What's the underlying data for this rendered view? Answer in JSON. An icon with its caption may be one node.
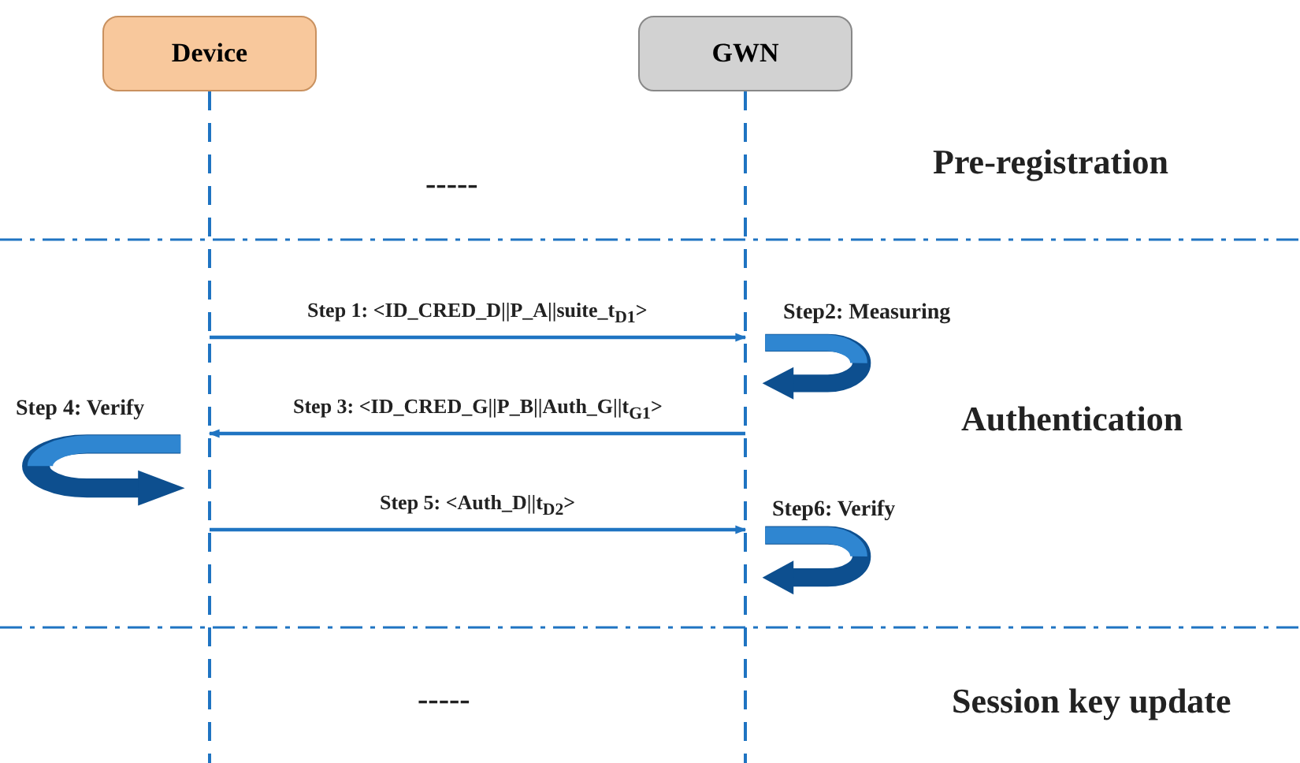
{
  "diagram": {
    "nodes": [
      {
        "text": [
          "Device"
        ]
      },
      {
        "text": [
          "GWN"
        ]
      }
    ],
    "edges": [
      {
        "from": 0,
        "to": 1,
        "arrow": "to",
        "label": "Step 1: <ID_CRED_D||P_A||suite_t$_{D1}$>"
      },
      {
        "from": 1,
        "to": 0,
        "arrow": "to",
        "label": "Step 3: <ID_CRED_G||P_B||Auth_G||t$_{G1}$>"
      },
      {
        "from": 0,
        "to": 1,
        "arrow": "to",
        "label": "Step 5: <Auth_D||t$_{D2}$>"
      }
    ],
    "labels": [
      "Pre-registration",
      "-----",
      "Step2: Measuring",
      "Step 4: Verify",
      "Authentication",
      "Step6: Verify",
      "-----",
      "Session key update"
    ]
  }
}
